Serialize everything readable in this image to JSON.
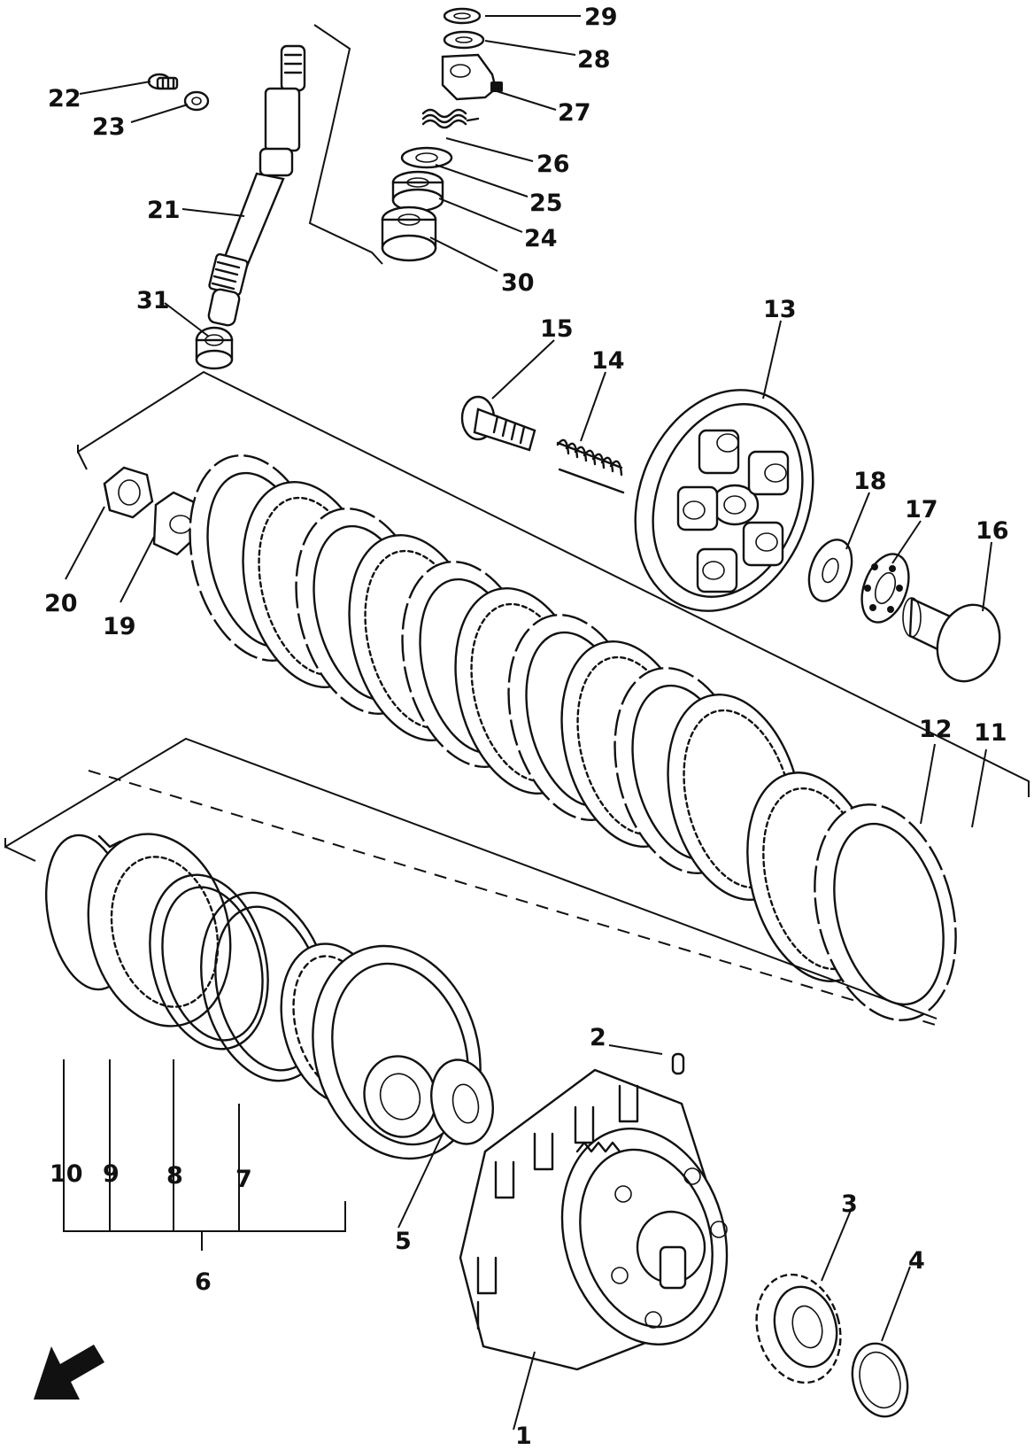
{
  "diagram": {
    "callouts": {
      "c1": "1",
      "c2": "2",
      "c3": "3",
      "c4": "4",
      "c5": "5",
      "c6": "6",
      "c7": "7",
      "c8": "8",
      "c9": "9",
      "c10": "10",
      "c11": "11",
      "c12": "12",
      "c13": "13",
      "c14": "14",
      "c15": "15",
      "c16": "16",
      "c17": "17",
      "c18": "18",
      "c19": "19",
      "c20": "20",
      "c21": "21",
      "c22": "22",
      "c23": "23",
      "c24": "24",
      "c25": "25",
      "c26": "26",
      "c27": "27",
      "c28": "28",
      "c29": "29",
      "c30": "30",
      "c31": "31"
    },
    "icons": {
      "arrow": "front-direction-arrow-icon"
    }
  }
}
